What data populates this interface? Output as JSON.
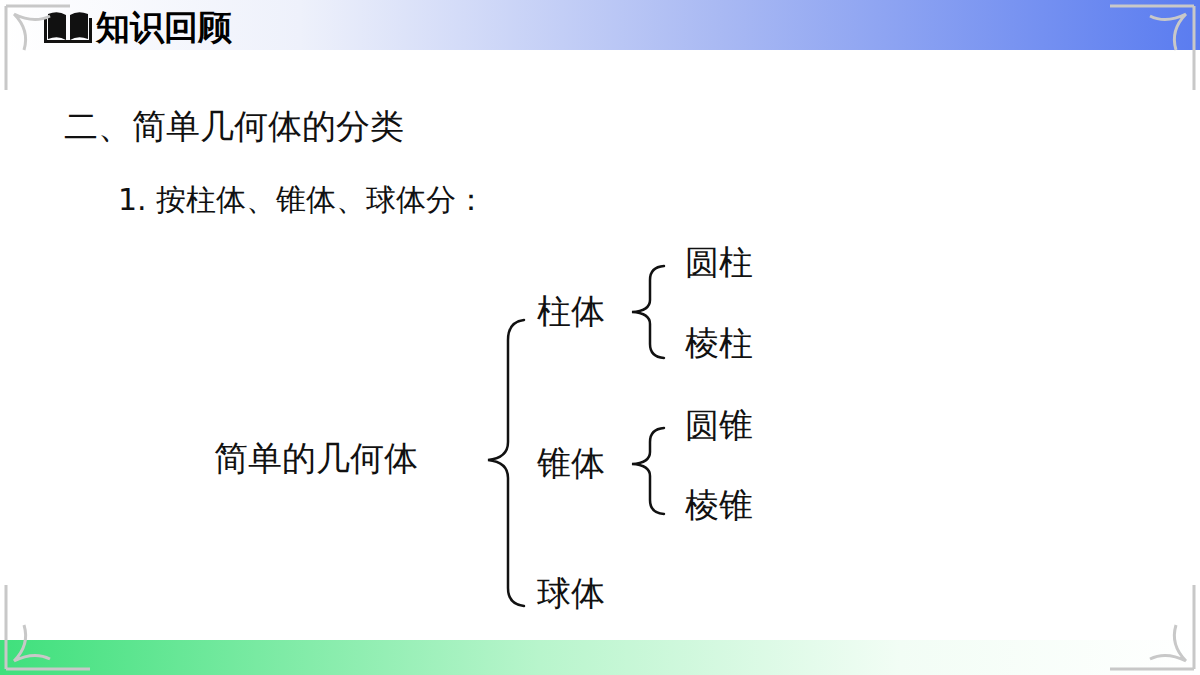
{
  "diagram": {
    "title": "知识回顾",
    "labels": [
      "二、简单几何体的分类",
      "1. 按柱体、锥体、球体分：",
      "简单的几何体",
      "柱体",
      "圆柱",
      "棱柱",
      "锥体",
      "圆锥",
      "棱锥",
      "球体"
    ]
  }
}
